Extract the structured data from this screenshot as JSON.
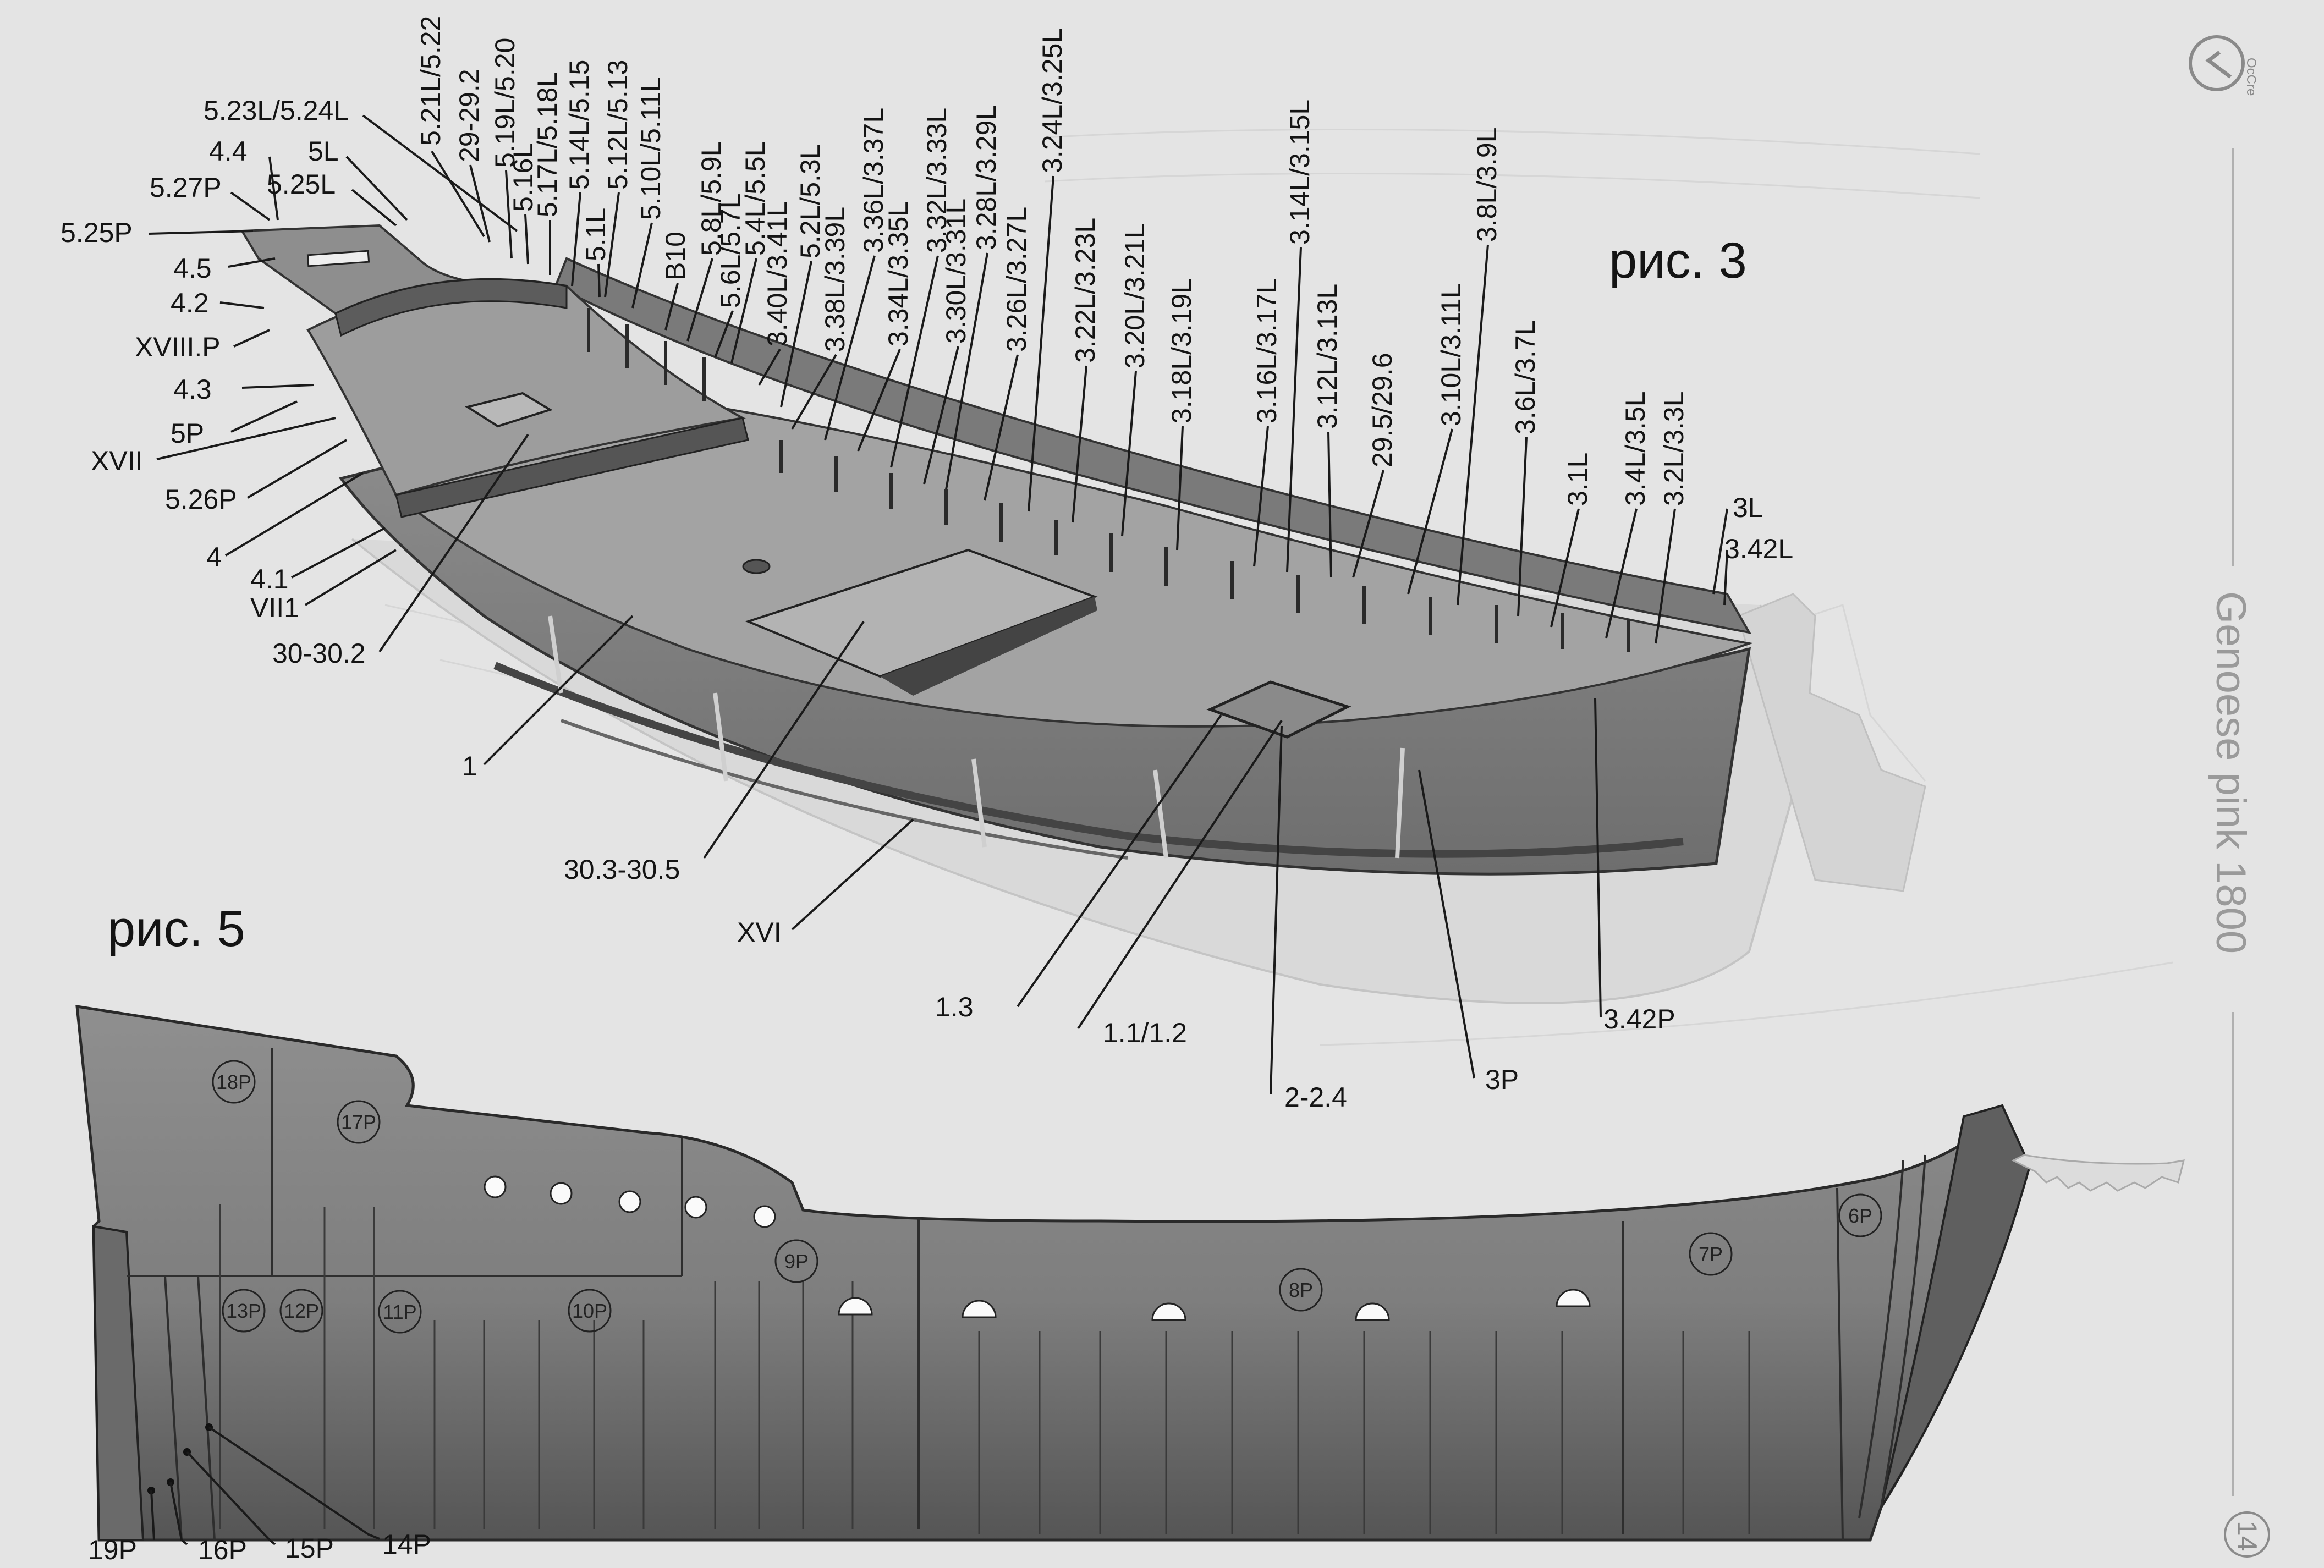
{
  "figure3": {
    "caption": "рис. 3",
    "labels": [
      {
        "text": "5.23L/5.24L"
      },
      {
        "text": "4.4"
      },
      {
        "text": "5L"
      },
      {
        "text": "5.27P"
      },
      {
        "text": "5.25L"
      },
      {
        "text": "5.25P"
      },
      {
        "text": "4.5"
      },
      {
        "text": "4.2"
      },
      {
        "text": "XVIII.P"
      },
      {
        "text": "4.3"
      },
      {
        "text": "5P"
      },
      {
        "text": "XVII"
      },
      {
        "text": "5.26P"
      },
      {
        "text": "4"
      },
      {
        "text": "4.1"
      },
      {
        "text": "VII1"
      },
      {
        "text": "30-30.2"
      },
      {
        "text": "1"
      },
      {
        "text": "30.3-30.5"
      },
      {
        "text": "XVI"
      },
      {
        "text": "1.3"
      },
      {
        "text": "1.1/1.2"
      },
      {
        "text": "2-2.4"
      },
      {
        "text": "3P"
      },
      {
        "text": "3.42P"
      },
      {
        "text": "3L"
      },
      {
        "text": "3.42L"
      }
    ],
    "vertical_labels": [
      {
        "text": "5.21L/5.22"
      },
      {
        "text": "29-29.2"
      },
      {
        "text": "5.19L/5.20"
      },
      {
        "text": "5.16L"
      },
      {
        "text": "5.17L/5.18L"
      },
      {
        "text": "5.14L/5.15"
      },
      {
        "text": "5.12L/5.13"
      },
      {
        "text": "5.1L"
      },
      {
        "text": "5.10L/5.11L"
      },
      {
        "text": "B10"
      },
      {
        "text": "5.8L/5.9L"
      },
      {
        "text": "5.6L/5.7L"
      },
      {
        "text": "5.4L/5.5L"
      },
      {
        "text": "3.40L/3.41L"
      },
      {
        "text": "5.2L/5.3L"
      },
      {
        "text": "3.38L/3.39L"
      },
      {
        "text": "3.36L/3.37L"
      },
      {
        "text": "3.34L/3.35L"
      },
      {
        "text": "3.32L/3.33L"
      },
      {
        "text": "3.30L/3.31L"
      },
      {
        "text": "3.28L/3.29L"
      },
      {
        "text": "3.26L/3.27L"
      },
      {
        "text": "3.24L/3.25L"
      },
      {
        "text": "3.22L/3.23L"
      },
      {
        "text": "3.20L/3.21L"
      },
      {
        "text": "3.18L/3.19L"
      },
      {
        "text": "3.16L/3.17L"
      },
      {
        "text": "3.14L/3.15L"
      },
      {
        "text": "3.12L/3.13L"
      },
      {
        "text": "29.5/29.6"
      },
      {
        "text": "3.10L/3.11L"
      },
      {
        "text": "3.8L/3.9L"
      },
      {
        "text": "3.6L/3.7L"
      },
      {
        "text": "3.1L"
      },
      {
        "text": "3.4L/3.5L"
      },
      {
        "text": "3.2L/3.3L"
      }
    ]
  },
  "figure5": {
    "caption": "рис. 5",
    "circled_parts": [
      {
        "text": "18P"
      },
      {
        "text": "17P"
      },
      {
        "text": "9P"
      },
      {
        "text": "13P"
      },
      {
        "text": "12P"
      },
      {
        "text": "11P"
      },
      {
        "text": "10P"
      },
      {
        "text": "8P"
      },
      {
        "text": "7P"
      },
      {
        "text": "6P"
      }
    ],
    "bottom_labels": [
      {
        "text": "19P"
      },
      {
        "text": "16P"
      },
      {
        "text": "15P"
      },
      {
        "text": "14P"
      }
    ]
  },
  "sidebar": {
    "title": "Genoese pink 1800",
    "page_number": "14",
    "logo_text": "OcCre"
  },
  "colors": {
    "paper": "#e4e4e4",
    "deck": "#9a9a9a",
    "hull": "#8c8c8c",
    "ink": "#141414"
  }
}
